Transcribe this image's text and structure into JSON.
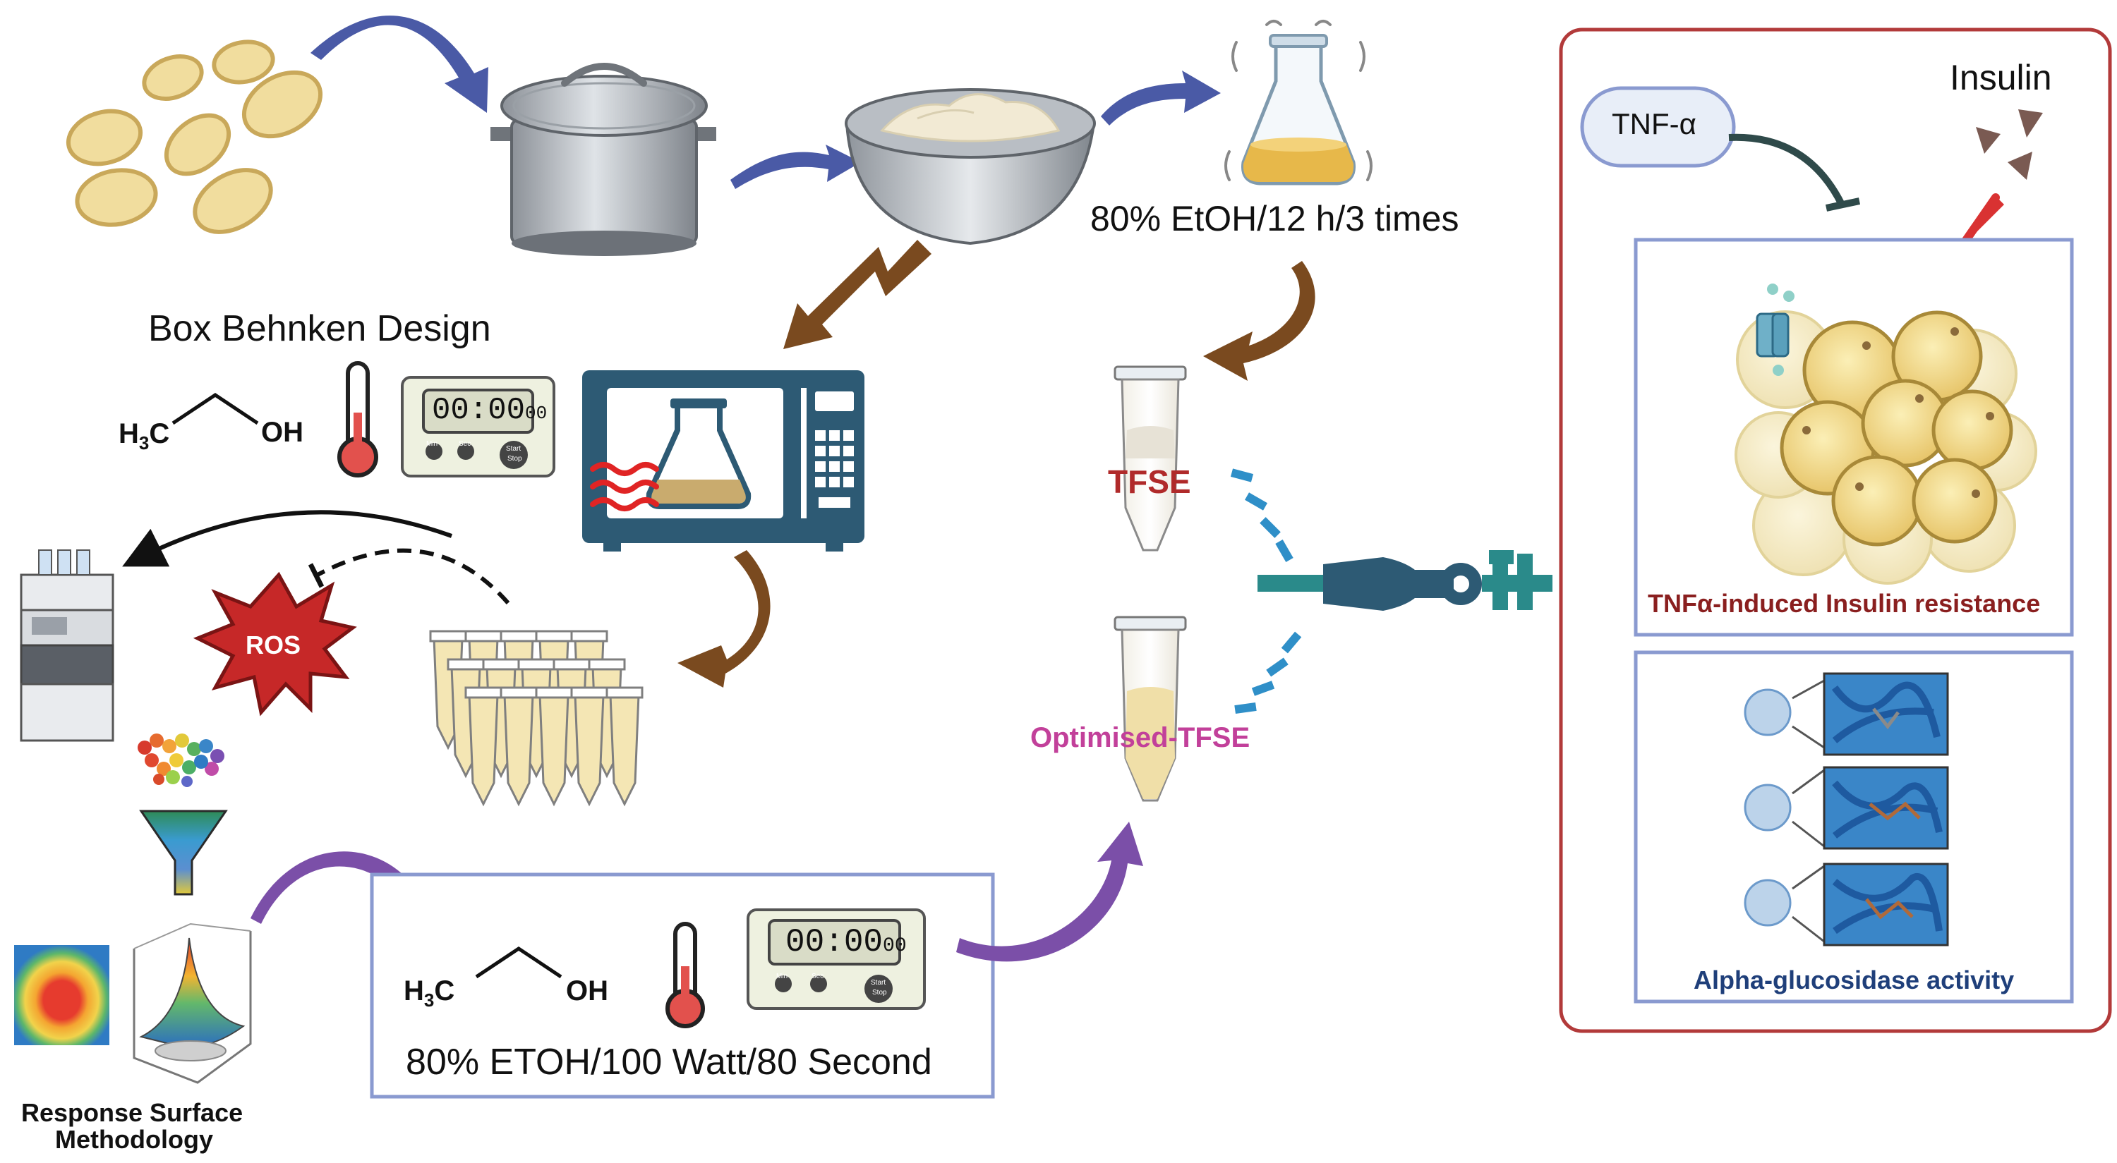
{
  "labels": {
    "extraction_condition": "80% EtOH/12 h/3 times",
    "box_behnken": "Box Behnken Design",
    "tfse": "TFSE",
    "optimised_tfse": "Optimised-TFSE",
    "ros": "ROS",
    "rsm_line1": "Response Surface",
    "rsm_line2": "Methodology",
    "optimal_condition": "80% ETOH/100 Watt/80 Second"
  },
  "ethanol": {
    "h3c": "H",
    "sub3": "3",
    "c": "C",
    "oh": "OH"
  },
  "timer": {
    "display": "00:00",
    "display_small": "00",
    "btn_min": "Min",
    "btn_sec": "Sec",
    "btn_start": "Start",
    "btn_stop": "Stop"
  },
  "right_panel": {
    "tnf_alpha": "TNF-α",
    "insulin": "Insulin",
    "insulin_resistance": "TNFα-induced Insulin resistance",
    "alpha_glucosidase": "Alpha-glucosidase activity"
  },
  "colors": {
    "blue_arrow": "#4a5aa6",
    "brown_arrow": "#7a4a1f",
    "purple_arrow": "#7b4fa8",
    "red_label": "#b02a2a",
    "magenta_label": "#c2409a",
    "panel_border": "#b23a3a",
    "inner_border": "#8a9ad0",
    "navy_text": "#1f3f7a",
    "maroon_text": "#8a1f1f"
  }
}
